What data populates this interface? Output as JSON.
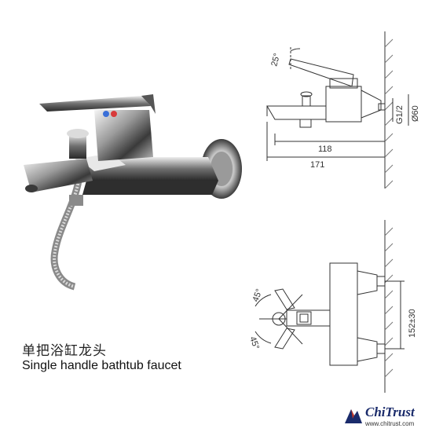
{
  "product": {
    "title_cn": "单把浴缸龙头",
    "title_en": "Single handle bathtub faucet"
  },
  "drawing_side": {
    "angle": "25°",
    "thread": "G1/2",
    "diameter": "Ø60",
    "dim_inner": "118",
    "dim_outer": "171"
  },
  "drawing_top": {
    "angle_top": "45°",
    "angle_bottom": "45°",
    "spacing": "152±30"
  },
  "brand": {
    "name": "ChiTrust",
    "url": "www.chitrust.com",
    "colors": {
      "primary": "#1a2b6b",
      "accent": "#c0392b"
    }
  }
}
